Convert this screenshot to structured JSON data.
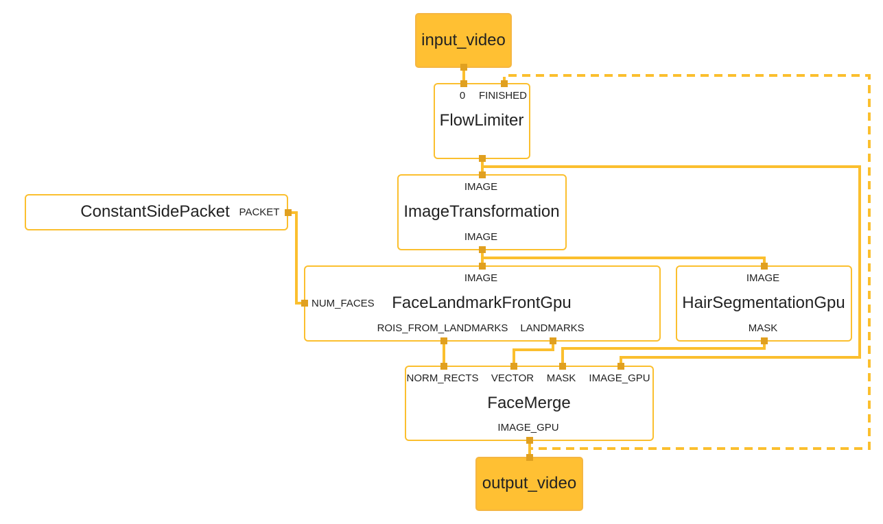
{
  "colors": {
    "edge": "#FBBF2E",
    "node_border": "#FBBF2E",
    "io_fill": "#FFC033",
    "io_border": "#F5B642",
    "port": "#E0A020",
    "text": "#222222",
    "background": "#FFFFFF"
  },
  "graph": {
    "input_stream": "input_video",
    "output_stream": "output_video",
    "nodes": {
      "flow_limiter": {
        "title": "FlowLimiter",
        "inputs": [
          "0",
          "FINISHED"
        ]
      },
      "constant_side_packet": {
        "title": "ConstantSidePacket",
        "outputs": [
          "PACKET"
        ]
      },
      "image_transformation": {
        "title": "ImageTransformation",
        "inputs": [
          "IMAGE"
        ],
        "outputs": [
          "IMAGE"
        ]
      },
      "face_landmark": {
        "title": "FaceLandmarkFrontGpu",
        "inputs": [
          "IMAGE",
          "NUM_FACES"
        ],
        "outputs": [
          "ROIS_FROM_LANDMARKS",
          "LANDMARKS"
        ]
      },
      "hair_segmentation": {
        "title": "HairSegmentationGpu",
        "inputs": [
          "IMAGE"
        ],
        "outputs": [
          "MASK"
        ]
      },
      "face_merge": {
        "title": "FaceMerge",
        "inputs": [
          "NORM_RECTS",
          "VECTOR",
          "MASK",
          "IMAGE_GPU"
        ],
        "outputs": [
          "IMAGE_GPU"
        ]
      }
    },
    "edges": [
      {
        "from": "input_video",
        "to": "FlowLimiter.0"
      },
      {
        "from": "FlowLimiter",
        "to": "ImageTransformation.IMAGE"
      },
      {
        "from": "FlowLimiter",
        "to": "FaceMerge.IMAGE_GPU"
      },
      {
        "from": "ConstantSidePacket.PACKET",
        "to": "FaceLandmarkFrontGpu.NUM_FACES"
      },
      {
        "from": "ImageTransformation.IMAGE",
        "to": "FaceLandmarkFrontGpu.IMAGE"
      },
      {
        "from": "ImageTransformation.IMAGE",
        "to": "HairSegmentationGpu.IMAGE"
      },
      {
        "from": "FaceLandmarkFrontGpu.ROIS_FROM_LANDMARKS",
        "to": "FaceMerge.NORM_RECTS"
      },
      {
        "from": "FaceLandmarkFrontGpu.LANDMARKS",
        "to": "FaceMerge.VECTOR"
      },
      {
        "from": "HairSegmentationGpu.MASK",
        "to": "FaceMerge.MASK"
      },
      {
        "from": "FaceMerge.IMAGE_GPU",
        "to": "output_video"
      },
      {
        "from": "FaceMerge.IMAGE_GPU",
        "to": "FlowLimiter.FINISHED",
        "style": "dashed"
      }
    ]
  }
}
